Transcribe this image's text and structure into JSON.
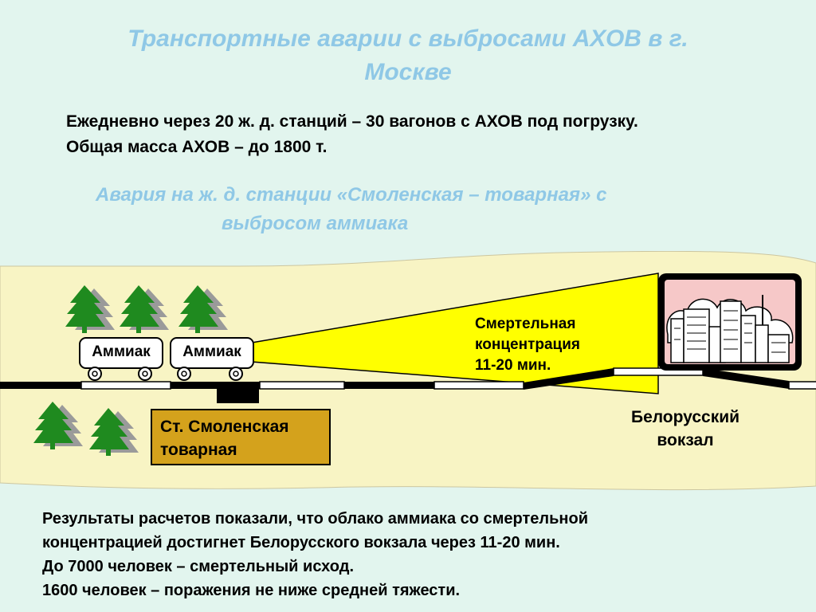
{
  "title_line1": "Транспортные аварии с выбросами АХОВ  в г.",
  "title_line2": "Москве",
  "lead_line1": "Ежедневно через 20 ж. д. станций – 30 вагонов с АХОВ под погрузку.",
  "lead_line2": "Общая масса АХОВ – до 1800 т.",
  "subtitle_line1": "Авария на ж. д. станции «Смоленская – товарная» с",
  "subtitle_line2": "выбросом аммиака",
  "wagons": [
    "Аммиак",
    "Аммиак"
  ],
  "cloud_label": [
    "Смертельная",
    "концентрация",
    "11-20 мин."
  ],
  "station_box": [
    "Ст. Смоленская",
    "товарная"
  ],
  "destination": [
    "Белорусский",
    "вокзал"
  ],
  "results": [
    "Результаты расчетов показали, что облако аммиака со смертельной",
    "концентрацией достигнет Белорусского вокзала через 11-20 мин.",
    "До 7000 человек – смертельный исход.",
    "1600 человек – поражения не ниже средней тяжести."
  ],
  "colors": {
    "background": "#e2f5ee",
    "ground": "#f8f4c4",
    "cloud": "#ffff00",
    "title": "#8fc8e6",
    "station_box": "#d4a21c",
    "city_sky": "#f6c8c8",
    "tree": "#1f8a1f"
  }
}
